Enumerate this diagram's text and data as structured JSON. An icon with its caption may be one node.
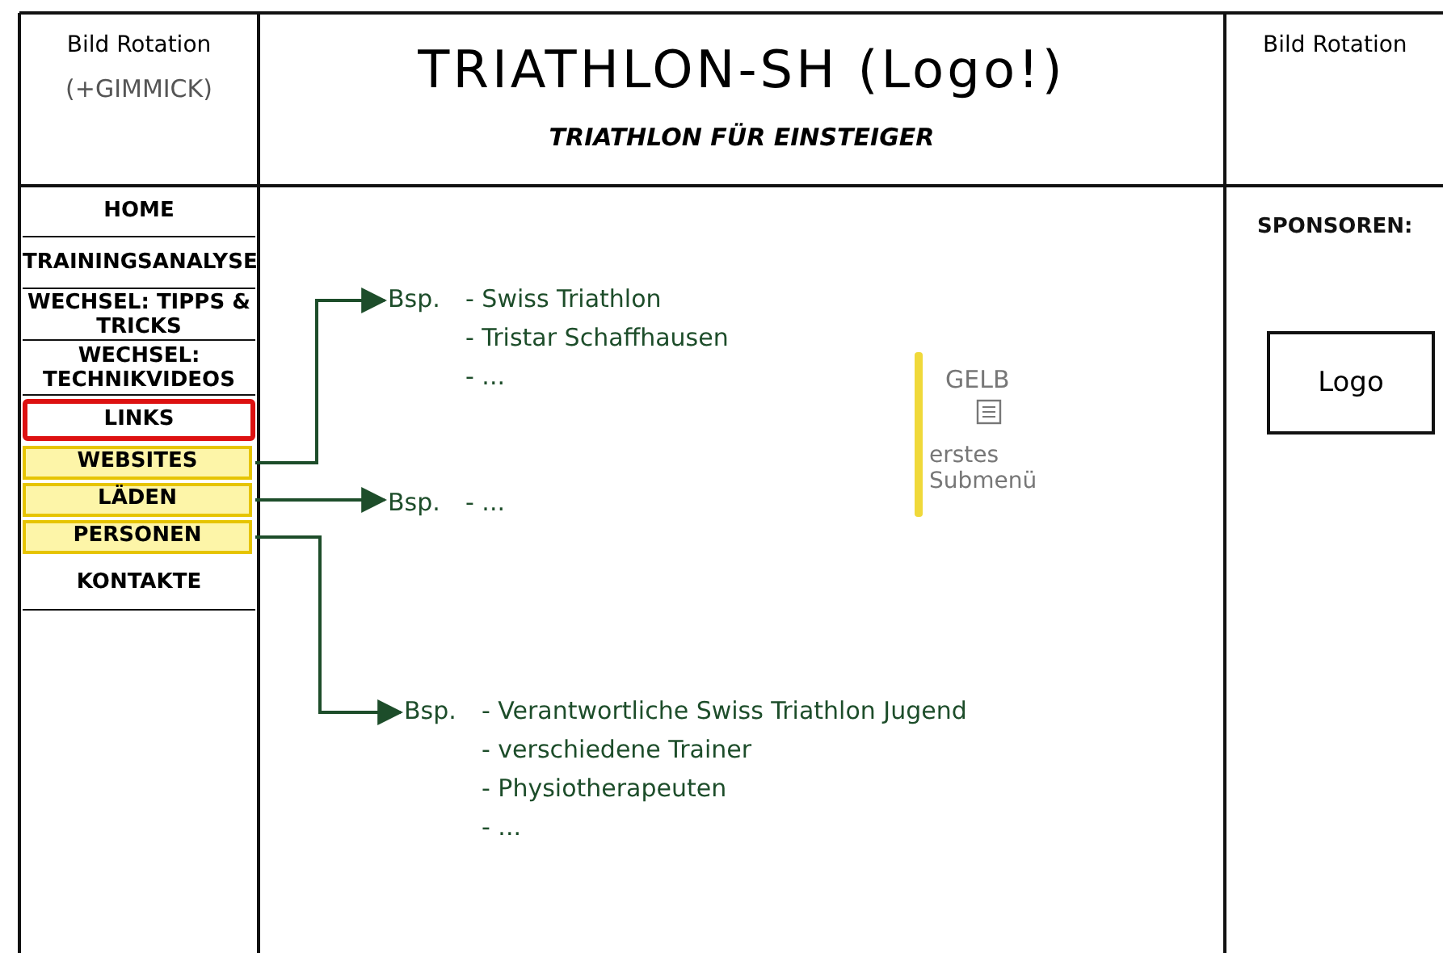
{
  "diagram": {
    "title": "TRIATHLON-SH (Logo!)",
    "nodes": [
      {
        "text": [
          "Bild Rotation",
          "(+GIMMICK)"
        ]
      },
      {
        "text": [
          "TRIATHLON FÜR EINSTEIGER"
        ]
      },
      {
        "text": [
          "Bild Rotation"
        ]
      },
      {
        "text": [
          "HOME"
        ]
      },
      {
        "text": [
          "TRAININGSANALYSE"
        ]
      },
      {
        "text": [
          "WECHSEL: TIPPS & TRICKS"
        ]
      },
      {
        "text": [
          "WECHSEL: TECHNIKVIDEOS"
        ]
      },
      {
        "text": [
          "LINKS"
        ]
      },
      {
        "text": [
          "WEBSITES"
        ]
      },
      {
        "text": [
          "LÄDEN"
        ]
      },
      {
        "text": [
          "PERSONEN"
        ]
      },
      {
        "text": [
          "KONTAKTE"
        ]
      },
      {
        "text": [
          "Bsp.",
          "- Swiss Triathlon",
          "- Tristar Schaffhausen",
          "- ..."
        ]
      },
      {
        "text": [
          "Bsp.",
          "- ..."
        ]
      },
      {
        "text": [
          "Bsp.",
          "- Verantwortliche Swiss Triathlon Jugend",
          "- verschiedene Trainer",
          "- Physiotherapeuten",
          "- ..."
        ]
      },
      {
        "text": [
          "Logo"
        ]
      }
    ],
    "edges": [
      {
        "from": 8,
        "to": 12,
        "arrow": "to"
      },
      {
        "from": 9,
        "to": 13,
        "arrow": "to"
      },
      {
        "from": 10,
        "to": 14,
        "arrow": "to"
      }
    ],
    "labels": [
      "SPONSOREN:",
      "GELB",
      "erstes Submenü"
    ]
  }
}
